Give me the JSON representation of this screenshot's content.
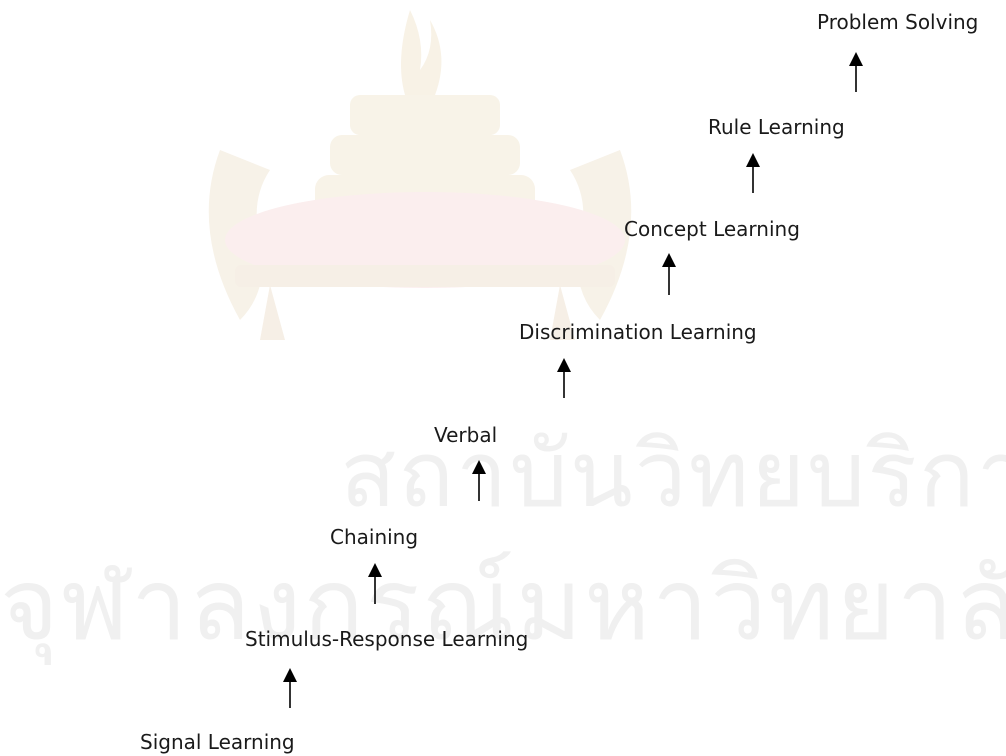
{
  "watermark": {
    "emblem": "university-crest",
    "line_1": "สถาบันวิทยบริการ",
    "line_2": "จุฬาลงกรณ์มหาวิทยาลัย"
  },
  "hierarchy": {
    "steps": [
      "Signal Learning",
      "Stimulus-Response Learning",
      "Chaining",
      "Verbal",
      "Discrimination Learning",
      "Concept Learning",
      "Rule Learning",
      "Problem Solving"
    ]
  },
  "colors": {
    "text": "#1a1a1a",
    "arrow": "#000000",
    "watermark": "#f0f0f0",
    "watermark_emblem": "#f7eaea"
  }
}
